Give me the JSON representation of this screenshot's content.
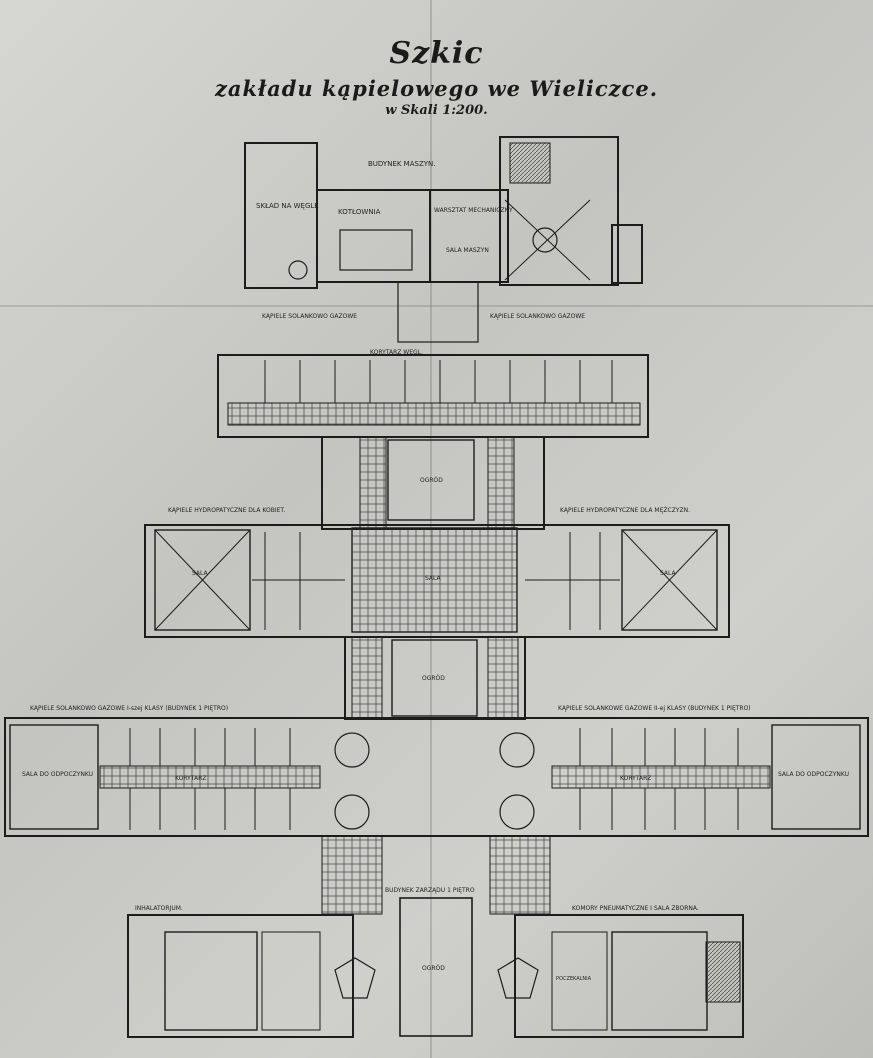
{
  "title": {
    "main": "Szkic",
    "sub": "zakładu kąpielowego we Wieliczce.",
    "scale": "w Skali 1:200."
  },
  "labels": {
    "machine_building": "BUDYNEK MASZYN.",
    "coal_store": "SKŁAD NA WĘGLE",
    "boiler_room": "KOTŁOWNIA",
    "workshop": "WARSZTAT MECHANICZNY",
    "machine_hall": "SALA MASZYN",
    "brine_baths_left": "KĄPIELE SOLANKOWO GAZOWE",
    "brine_baths_right": "KĄPIELE SOLANKOWO GAZOWE",
    "corridor_top": "KORYTARZ WĘGL.",
    "courtyard_upper": "OGRÓD",
    "hydro_women": "KĄPIELE HYDROPATYCZNE DLA KOBIET.",
    "hydro_men": "KĄPIELE HYDROPATYCZNE DLA MĘŻCZYZN.",
    "hall_left": "SALA",
    "hall_right": "SALA",
    "central_hall": "SALA",
    "courtyard_lower": "OGRÓD",
    "brine_1st_class": "KĄPIELE SOLANKOWO GAZOWE I-szej KLASY (BUDYNEK 1 PIĘTRO)",
    "brine_2nd_class": "KĄPIELE SOLANKOWE GAZOWE II-ej KLASY (BUDYNEK 1 PIĘTRO)",
    "rest_room_left": "SALA DO ODPOCZYNKU",
    "rest_room_right": "SALA DO ODPOCZYNKU",
    "corridor_left": "KORYTARZ",
    "corridor_right": "KORYTARZ",
    "admin_building": "BUDYNEK ZARZĄDU 1 PIĘTRO",
    "inhalatorium": "INHALATORJUM.",
    "pneumatic_chambers": "KOMORY PNEUMATYCZNE I SALA ZBORNA.",
    "courtyard_bottom": "OGRÓD",
    "waiting_room": "POCZEKALNIA"
  },
  "colors": {
    "ink": "#1c1c1c",
    "paper": "#cfcfcc"
  }
}
